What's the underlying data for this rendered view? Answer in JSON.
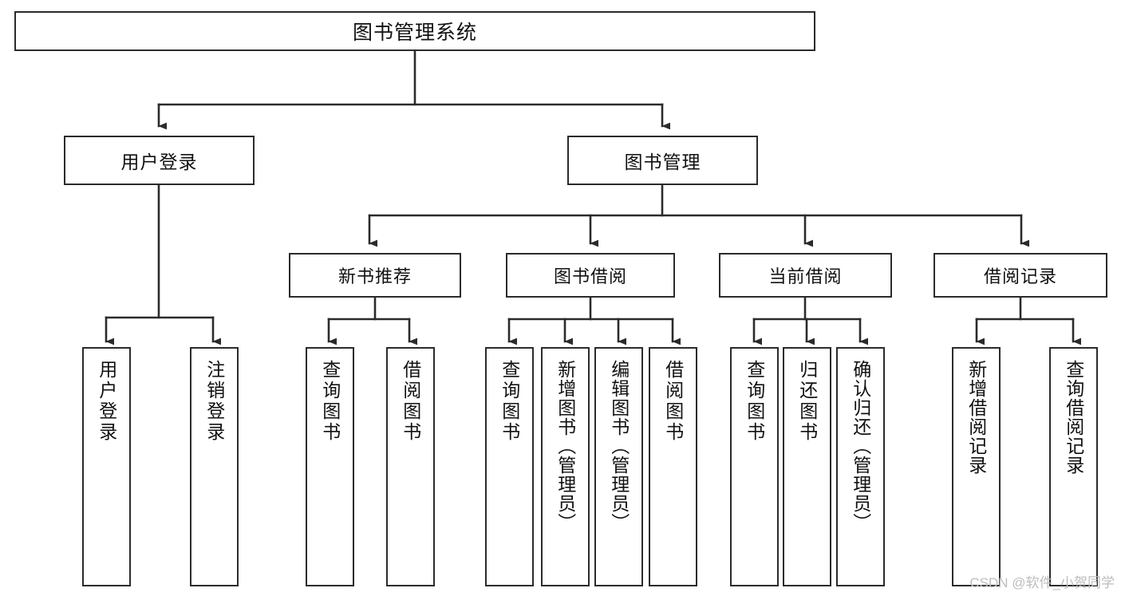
{
  "diagram": {
    "title": "图书管理系统",
    "type": "hierarchy-tree",
    "root": {
      "label": "图书管理系统"
    },
    "level1": [
      {
        "label": "用户登录"
      },
      {
        "label": "图书管理"
      }
    ],
    "level2": [
      {
        "label": "新书推荐"
      },
      {
        "label": "图书借阅"
      },
      {
        "label": "当前借阅"
      },
      {
        "label": "借阅记录"
      }
    ],
    "leaves": {
      "user_login": [
        {
          "label": "用户登录"
        },
        {
          "label": "注销登录"
        }
      ],
      "new_book_recommend": [
        {
          "label": "查询图书"
        },
        {
          "label": "借阅图书"
        }
      ],
      "book_borrow": [
        {
          "label": "查询图书"
        },
        {
          "label": "新增图书（管理员）"
        },
        {
          "label": "编辑图书（管理员）"
        },
        {
          "label": "借阅图书"
        }
      ],
      "current_borrow": [
        {
          "label": "查询图书"
        },
        {
          "label": "归还图书"
        },
        {
          "label": "确认归还（管理员）"
        }
      ],
      "borrow_record": [
        {
          "label": "新增借阅记录"
        },
        {
          "label": "查询借阅记录"
        }
      ]
    }
  },
  "watermark": {
    "text": "CSDN @软件_小贺同学"
  },
  "colors": {
    "line": "#2b2b2b",
    "box_border": "#2b2b2b",
    "background": "#ffffff",
    "text": "#111111",
    "watermark": "#bdbdbd"
  }
}
